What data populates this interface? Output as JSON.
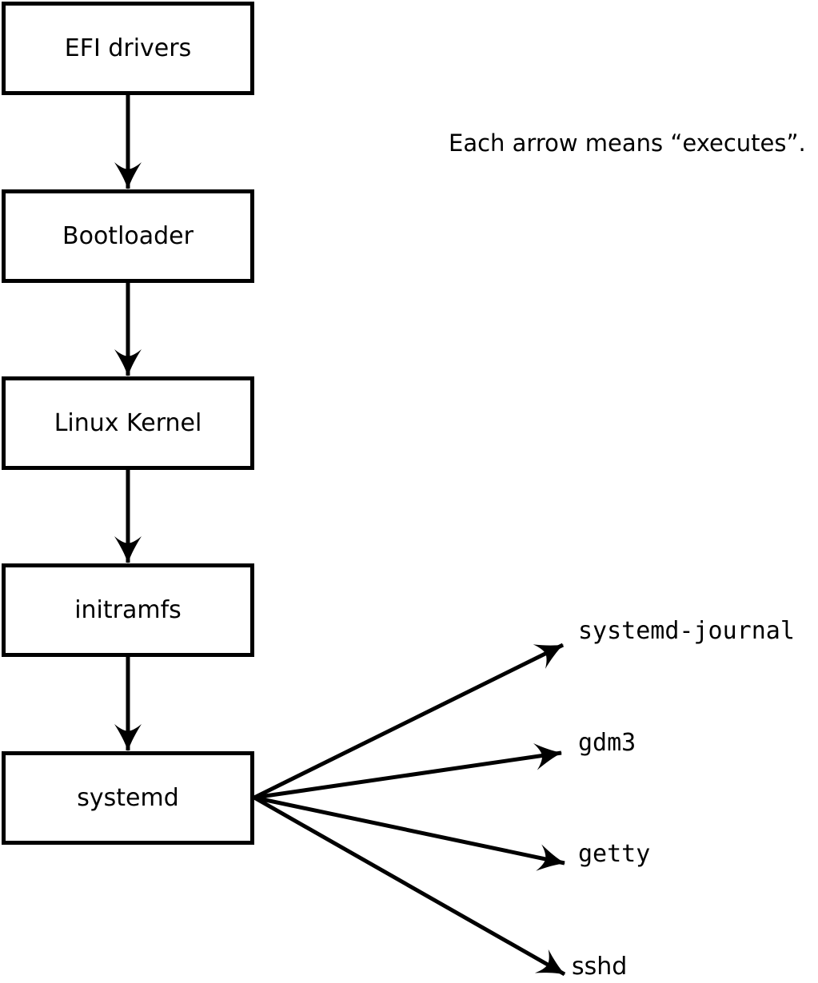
{
  "note": {
    "text": "Each arrow means “executes”."
  },
  "colors": {
    "stroke": "#000000",
    "box_fill": "#ffffff",
    "background": "#ffffff"
  },
  "flow": {
    "boxes": [
      {
        "label": "EFI drivers"
      },
      {
        "label": "Bootloader"
      },
      {
        "label": "Linux Kernel"
      },
      {
        "label": "initramfs"
      },
      {
        "label": "systemd"
      }
    ],
    "edges": [
      {
        "from": "EFI drivers",
        "to": "Bootloader"
      },
      {
        "from": "Bootloader",
        "to": "Linux Kernel"
      },
      {
        "from": "Linux Kernel",
        "to": "initramfs"
      },
      {
        "from": "initramfs",
        "to": "systemd"
      },
      {
        "from": "systemd",
        "to": "systemd-journal"
      },
      {
        "from": "systemd",
        "to": "gdm3"
      },
      {
        "from": "systemd",
        "to": "getty"
      },
      {
        "from": "systemd",
        "to": "sshd"
      }
    ],
    "edge_meaning": "executes"
  },
  "fanout": {
    "targets": [
      {
        "label": "systemd-journal"
      },
      {
        "label": "gdm3"
      },
      {
        "label": "getty"
      },
      {
        "label": "sshd"
      }
    ]
  }
}
